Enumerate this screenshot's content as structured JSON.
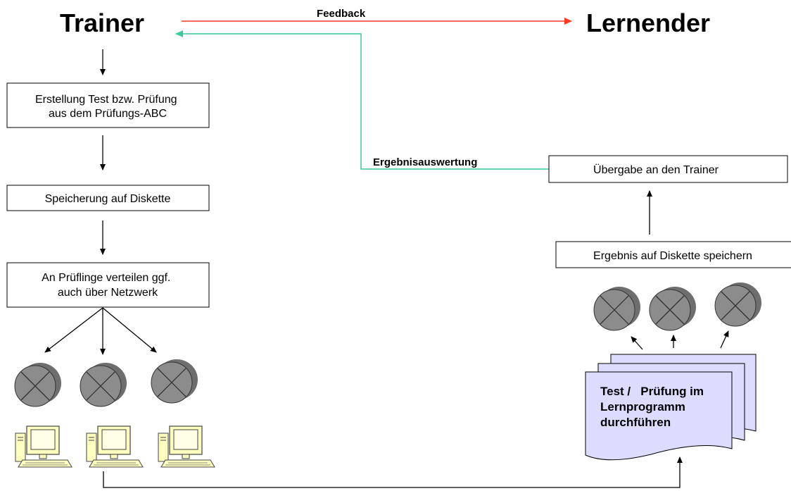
{
  "trainer_title": "Trainer",
  "learner_title": "Lernender",
  "feedback_label": "Feedback",
  "result_eval_label": "Ergebnisauswertung",
  "trainer_steps": [
    [
      "Erstellung Test bzw. Prüfung",
      "aus dem Prüfungs-ABC"
    ],
    [
      "Speicherung auf Diskette"
    ],
    [
      "An Prüflinge verteilen ggf.",
      "auch über Netzwerk"
    ]
  ],
  "learner_steps": {
    "handover": "Übergabe an den Trainer",
    "save_result": "Ergebnis auf Diskette speichern",
    "perform_test": [
      "Test /   Prüfung im",
      "Lernprogramm",
      "durchführen"
    ]
  },
  "colors": {
    "feedback_arrow": "#ff3b1f",
    "evaluation_line": "#3ec8a0",
    "document_fill": "#dcdcff",
    "disk_fill": "#8c8c8c",
    "disk_side": "#6e6e6e",
    "computer_fill": "#ffffc0"
  },
  "icons": {
    "trainer_disks": [
      "disk-icon",
      "disk-icon",
      "disk-icon"
    ],
    "trainer_computers": [
      "computer-icon",
      "computer-icon",
      "computer-icon"
    ],
    "learner_disks": [
      "disk-icon",
      "disk-icon",
      "disk-icon"
    ],
    "learner_document": "document-stack-icon"
  }
}
